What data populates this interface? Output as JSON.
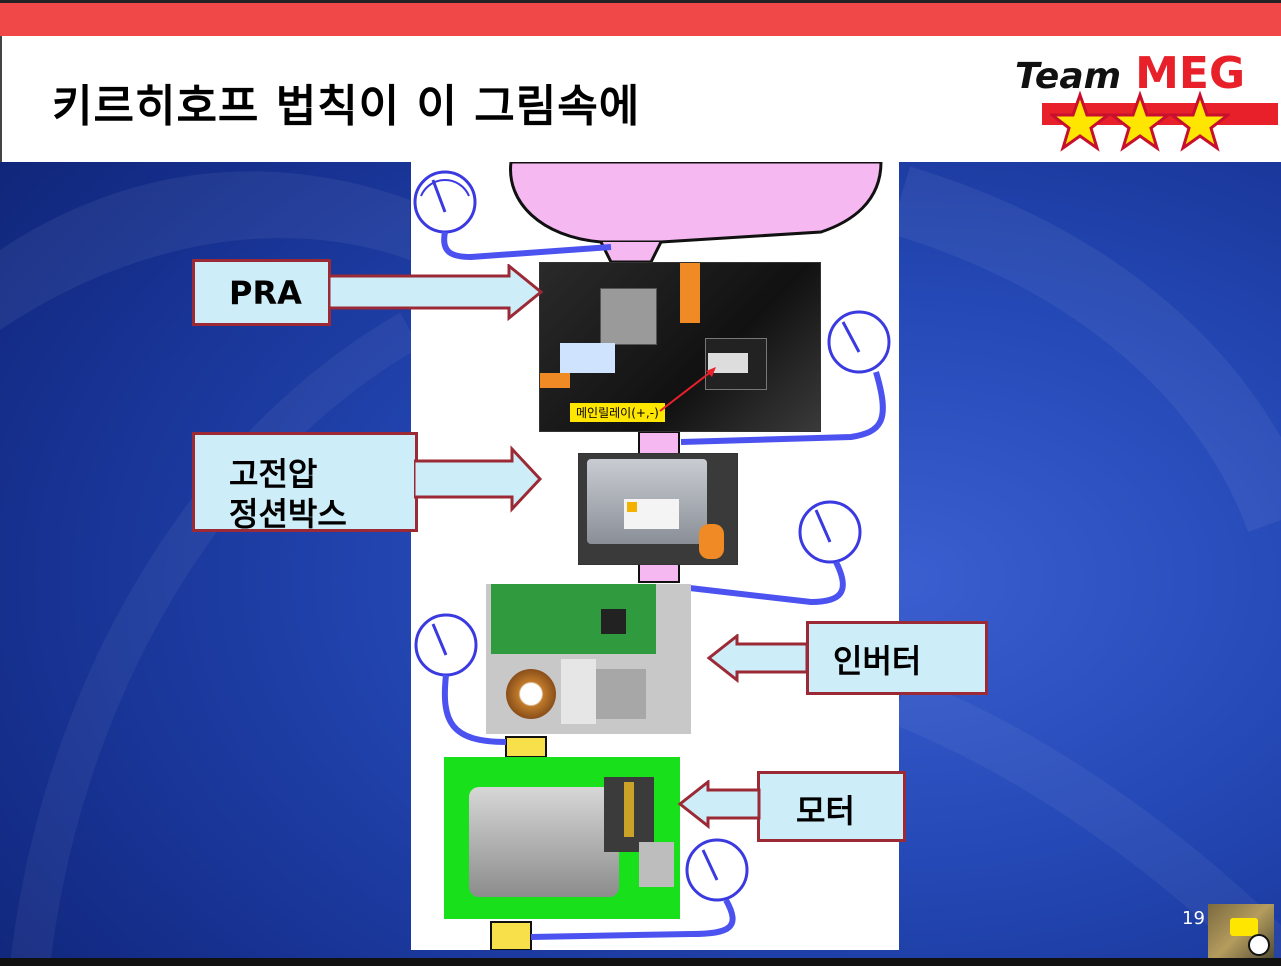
{
  "slide": {
    "title": "키르히호프 법칙이 이 그림속에",
    "page_number": "19"
  },
  "logo": {
    "team": "Team",
    "brand": "MEG",
    "brand_color": "#e8202a"
  },
  "labels": {
    "pra": "PRA",
    "junction_line1": "고전압",
    "junction_line2": "정션박스",
    "inverter": "인버터",
    "motor": "모터",
    "relay_caption": "메인릴레이(+,-)"
  },
  "colors": {
    "background": "#2448b5",
    "top_bar": "#f04848",
    "label_fill": "#cdeef8",
    "label_border": "#9b2a36",
    "wire": "#4b52f0",
    "pink_liquid": "#f5b8f0"
  }
}
